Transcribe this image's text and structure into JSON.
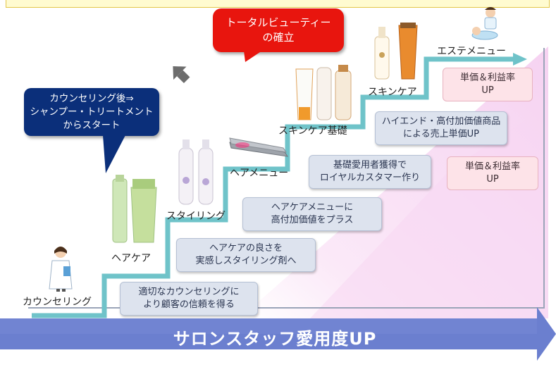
{
  "callouts": {
    "total_beauty": [
      "トータルビューティー",
      "の確立"
    ],
    "counseling_start": [
      "カウンセリング後⇒",
      "シャンプー・トリートメント",
      "からスタート"
    ]
  },
  "steps": {
    "counseling": "カウンセリング",
    "haircare": "ヘアケア",
    "styling": "スタイリング",
    "hair_menu": "ヘアメニュー",
    "skincare_basic": "スキンケア基礎",
    "skincare": "スキンケア",
    "esthe_menu": "エステメニュー"
  },
  "notes": {
    "trust": [
      "適切なカウンセリングに",
      "より顧客の信頼を得る"
    ],
    "styling_agent": [
      "ヘアケアの良さを",
      "実感しスタイリング剤へ"
    ],
    "value_add": [
      "ヘアケアメニューに",
      "高付加価値をプラス"
    ],
    "royal_customer": [
      "基礎愛用者獲得で",
      "ロイヤルカスタマー作り"
    ],
    "high_end": [
      "ハイエンド・高付加価値商品",
      "による売上単価UP"
    ],
    "unit_price_1": [
      "単価＆利益率",
      "UP"
    ],
    "unit_price_2": [
      "単価＆利益率",
      "UP"
    ]
  },
  "banner": {
    "label": "サロンスタッフ愛用度UP"
  },
  "colors": {
    "stair": "#6fc3c9",
    "pink_area": "#f8d7f3",
    "banner": "#6b7fcf",
    "callout_red": "#e8150e",
    "callout_navy": "#0b2f7a"
  },
  "icons": [
    "up-arrow-icon",
    "counselor-person-icon",
    "esthetic-client-icon",
    "hair-iron-icon"
  ]
}
